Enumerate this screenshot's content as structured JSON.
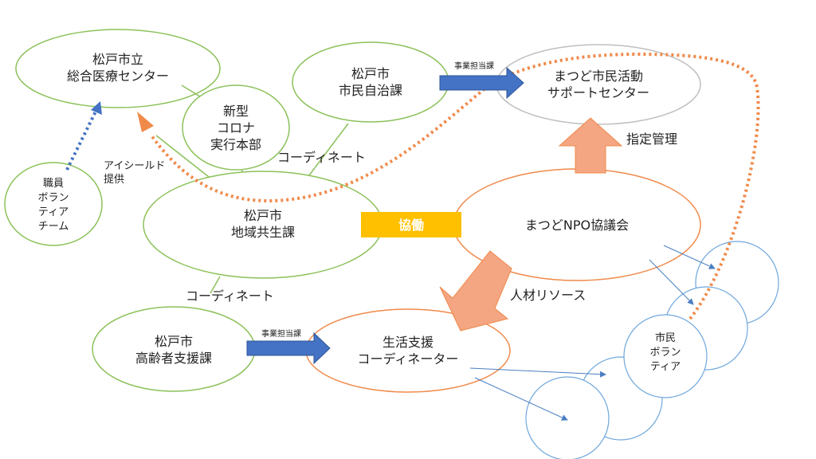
{
  "nodes": {
    "hospital": {
      "line1": "松戸市立",
      "line2": "総合医療センター"
    },
    "corona": {
      "line1": "新型",
      "line2": "コロナ",
      "line3": "実行本部"
    },
    "jichi": {
      "line1": "松戸市",
      "line2": "市民自治課"
    },
    "support_center": {
      "line1": "まつど市民活動",
      "line2": "サポートセンター"
    },
    "staff_volunteer": {
      "line1": "職員",
      "line2": "ボラン",
      "line3": "ティア",
      "line4": "チーム"
    },
    "chiiki": {
      "line1": "松戸市",
      "line2": "地域共生課"
    },
    "npo": {
      "label": "まつどNPO協議会"
    },
    "koureisha": {
      "line1": "松戸市",
      "line2": "高齢者支援課"
    },
    "seikatsu": {
      "line1": "生活支援",
      "line2": "コーディネーター"
    },
    "citizen_volunteer": {
      "line1": "市民",
      "line2": "ボラン",
      "line3": "ティア"
    }
  },
  "labels": {
    "coordinate_top": "コーディネート",
    "coordinate_bottom": "コーディネート",
    "eyeshield_line1": "アイシールド",
    "eyeshield_line2": "提供",
    "shitei_kanri": "指定管理",
    "jinzai": "人材リソース",
    "jigyou_top": "事業担当課",
    "jigyou_bottom": "事業担当課",
    "kyoudou": "協働"
  },
  "colors": {
    "green": "#8cc15a",
    "orange": "#f08a4b",
    "blue": "#4472c4",
    "light_blue": "#6fa8dc",
    "salmon": "#f4a582",
    "yellow": "#ffc000",
    "gray": "#bfbfbf"
  }
}
